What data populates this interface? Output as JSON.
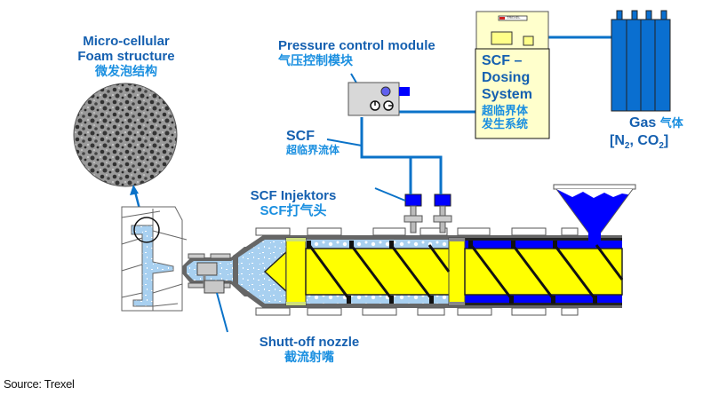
{
  "diagram": {
    "title": "MuCell microcellular foam injection molding process",
    "labels": {
      "foam_en_1": "Micro-cellular",
      "foam_en_2": "Foam structure",
      "foam_cn": "微发泡结构",
      "pressure_en": "Pressure control module",
      "pressure_cn": "气压控制模块",
      "scf_dosing_en_1": "SCF –",
      "scf_dosing_en_2": "Dosing",
      "scf_dosing_en_3": "System",
      "scf_dosing_cn_1": "超临界体",
      "scf_dosing_cn_2": "发生系统",
      "dosing_logo": "TREXEL",
      "gas_en": "Gas",
      "gas_cn": "气体",
      "gas_formula_open": "[N",
      "gas_formula_sub1": "2",
      "gas_formula_mid": ", CO",
      "gas_formula_sub2": "2",
      "gas_formula_close": "]",
      "scf_en": "SCF",
      "scf_cn": "超临界流体",
      "injektors_en": "SCF Injektors",
      "injektors_cn": "SCF打气头",
      "nozzle_en": "Shutt-off nozzle",
      "nozzle_cn": "截流射嘴"
    },
    "source": "Source: Trexel",
    "colors": {
      "label_blue": "#1560b0",
      "label_cn_blue": "#1a8fe0",
      "line_blue": "#0a72c8",
      "screw_yellow": "#ffff00",
      "polymer_blue": "#0000ff",
      "gas_cylinder": "#0a6fd0",
      "foam_melt": "#a8d0f0",
      "barrel_gray": "#808080",
      "dosing_box": "#ffffcc"
    }
  }
}
